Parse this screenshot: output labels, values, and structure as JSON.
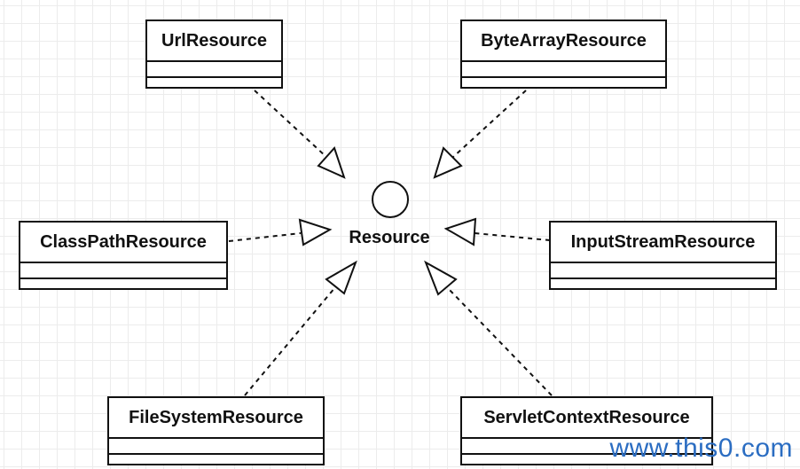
{
  "diagram": {
    "interface": {
      "name": "Resource"
    },
    "classes": [
      {
        "id": "url",
        "name": "UrlResource"
      },
      {
        "id": "bytearray",
        "name": "ByteArrayResource"
      },
      {
        "id": "classpath",
        "name": "ClassPathResource"
      },
      {
        "id": "inputstream",
        "name": "InputStreamResource"
      },
      {
        "id": "filesystem",
        "name": "FileSystemResource"
      },
      {
        "id": "servletcontext",
        "name": "ServletContextResource"
      }
    ]
  },
  "watermark": "www.this0.com"
}
